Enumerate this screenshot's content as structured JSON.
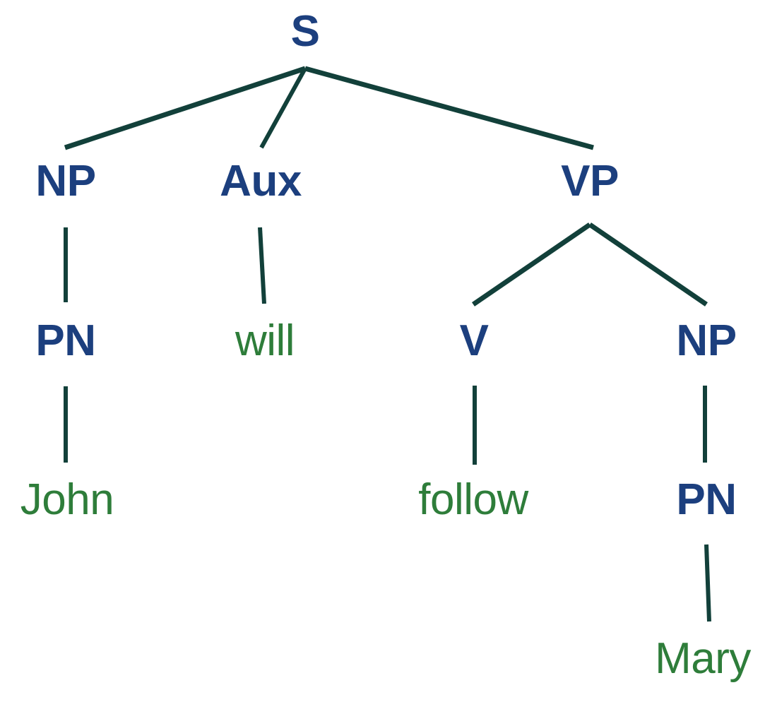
{
  "diagram": {
    "kind": "constituency-syntax-tree",
    "sentence": "John will follow Mary",
    "background_color": "#ffffff",
    "nonterminal_color": "#1c3f7e",
    "terminal_color": "#2e7d3a",
    "edge_color": "#12403a"
  },
  "nodes": {
    "s": "S",
    "np_subject": "NP",
    "aux": "Aux",
    "vp": "VP",
    "pn_subject": "PN",
    "will": "will",
    "v": "V",
    "np_object": "NP",
    "john": "John",
    "follow": "follow",
    "pn_object": "PN",
    "mary": "Mary"
  },
  "tree": {
    "label": "S",
    "type": "nonterminal",
    "children": [
      {
        "label": "NP",
        "type": "nonterminal",
        "children": [
          {
            "label": "PN",
            "type": "nonterminal",
            "children": [
              {
                "label": "John",
                "type": "terminal",
                "children": []
              }
            ]
          }
        ]
      },
      {
        "label": "Aux",
        "type": "nonterminal",
        "children": [
          {
            "label": "will",
            "type": "terminal",
            "children": []
          }
        ]
      },
      {
        "label": "VP",
        "type": "nonterminal",
        "children": [
          {
            "label": "V",
            "type": "nonterminal",
            "children": [
              {
                "label": "follow",
                "type": "terminal",
                "children": []
              }
            ]
          },
          {
            "label": "NP",
            "type": "nonterminal",
            "children": [
              {
                "label": "PN",
                "type": "nonterminal",
                "children": [
                  {
                    "label": "Mary",
                    "type": "terminal",
                    "children": []
                  }
                ]
              }
            ]
          }
        ]
      }
    ]
  }
}
